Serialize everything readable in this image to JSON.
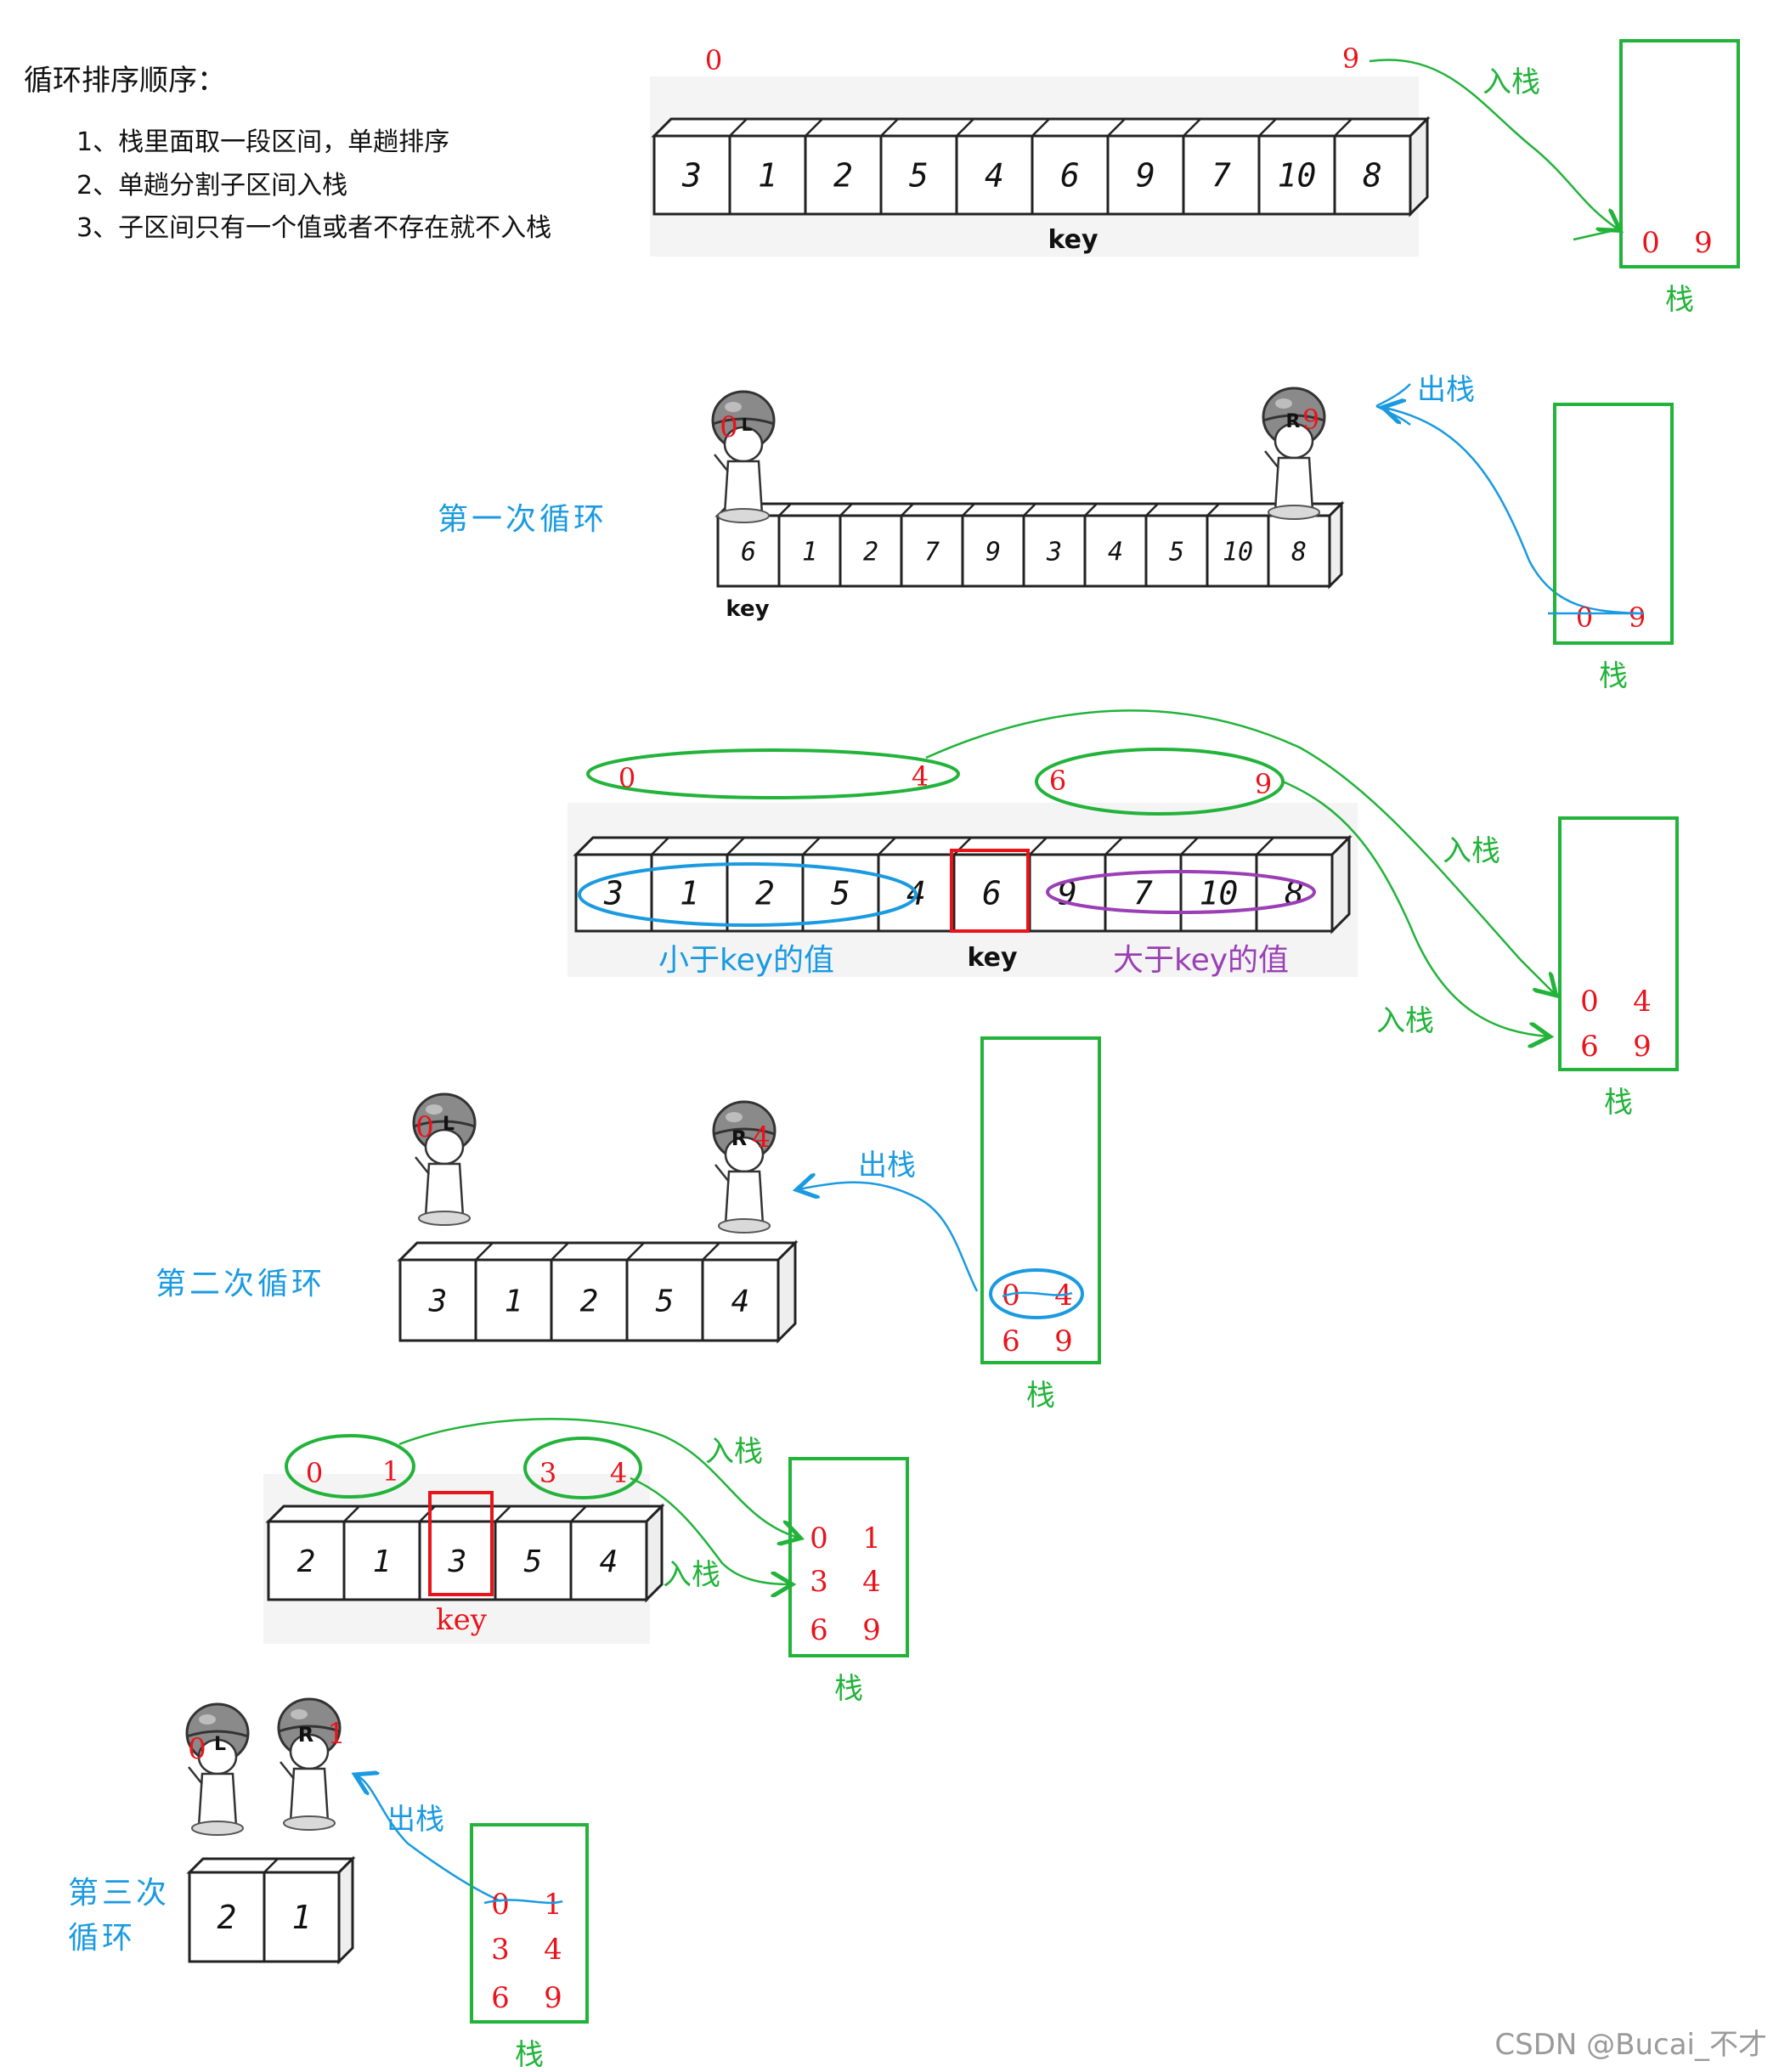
{
  "title": "循环排序顺序：",
  "steps": [
    "1、栈里面取一段区间，单趟排序",
    "2、单趟分割子区间入栈",
    "3、子区间只有一个值或者不存在就不入栈"
  ],
  "labels": {
    "push": "入栈",
    "pop": "出栈",
    "stack": "栈",
    "key": "key",
    "less_than_key": "小于key的值",
    "greater_than_key": "大于key的值",
    "loop1": "第一次循环",
    "loop2": "第二次循环",
    "loop3a": "第三次",
    "loop3b": "循环",
    "L": "L",
    "R": "R"
  },
  "section1": {
    "array": [
      "3",
      "1",
      "2",
      "5",
      "4",
      "6",
      "9",
      "7",
      "10",
      "8"
    ],
    "start_index": "0",
    "end_index": "9",
    "stack": [
      [
        "0",
        "9"
      ]
    ]
  },
  "section2": {
    "array": [
      "6",
      "1",
      "2",
      "7",
      "9",
      "3",
      "4",
      "5",
      "10",
      "8"
    ],
    "L_index": "0",
    "R_index": "9",
    "stack": [
      [
        "0",
        "9"
      ]
    ]
  },
  "section3": {
    "array": [
      "3",
      "1",
      "2",
      "5",
      "4",
      "6",
      "9",
      "7",
      "10",
      "8"
    ],
    "left_range": [
      "0",
      "4"
    ],
    "right_range": [
      "6",
      "9"
    ],
    "stack": [
      [
        "0",
        "4"
      ],
      [
        "6",
        "9"
      ]
    ]
  },
  "section4": {
    "array": [
      "3",
      "1",
      "2",
      "5",
      "4"
    ],
    "L_index": "0",
    "R_index": "4",
    "stack": [
      [
        "0",
        "4"
      ],
      [
        "6",
        "9"
      ]
    ]
  },
  "section5": {
    "array": [
      "2",
      "1",
      "3",
      "5",
      "4"
    ],
    "left_range": [
      "0",
      "1"
    ],
    "right_range": [
      "3",
      "4"
    ],
    "stack": [
      [
        "0",
        "1"
      ],
      [
        "3",
        "4"
      ],
      [
        "6",
        "9"
      ]
    ]
  },
  "section6": {
    "array": [
      "2",
      "1"
    ],
    "L_index": "0",
    "R_index": "1",
    "stack": [
      [
        "0",
        "1"
      ],
      [
        "3",
        "4"
      ],
      [
        "6",
        "9"
      ]
    ]
  },
  "watermark": "CSDN @Bucai_不才",
  "colors": {
    "green": "#22b33a",
    "blue": "#1a9ae0",
    "red": "#e8141c",
    "purple": "#9a3fb5",
    "black": "#111111"
  }
}
